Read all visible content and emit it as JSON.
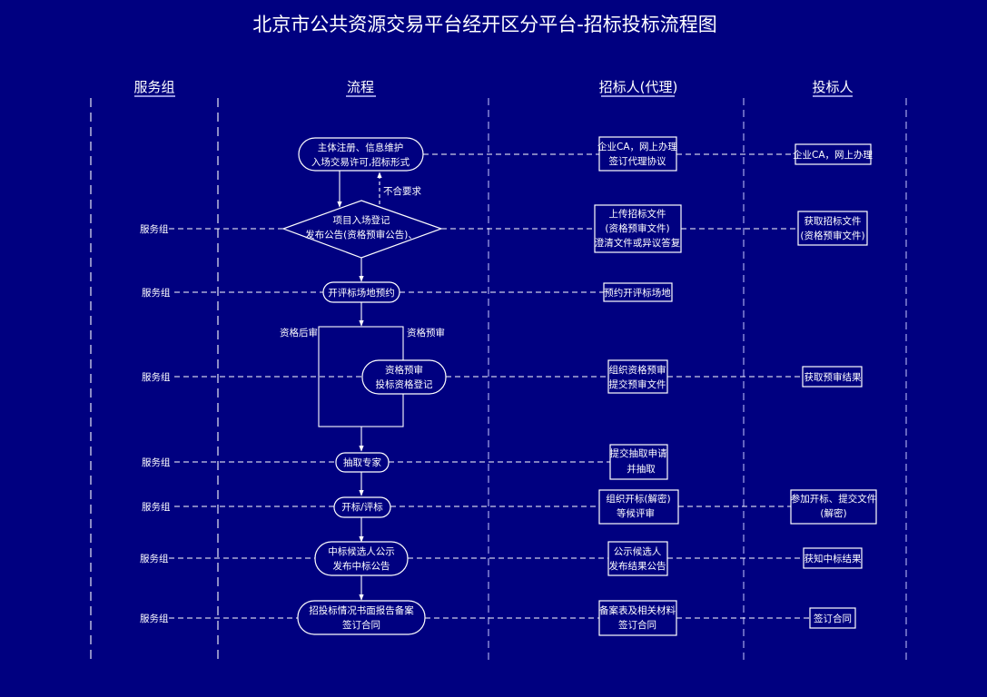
{
  "title": "北京市公共资源交易平台经开区分平台-招标投标流程图",
  "colors": {
    "background": "#000080",
    "line": "#ffffff"
  },
  "lanes": [
    {
      "key": "service",
      "label": "服务组"
    },
    {
      "key": "process",
      "label": "流程"
    },
    {
      "key": "tenderer",
      "label": "招标人(代理)"
    },
    {
      "key": "bidder",
      "label": "投标人"
    }
  ],
  "rows": [
    {
      "service": "",
      "process": {
        "shape": "terminal",
        "lines": [
          "主体注册、信息维护",
          "入场交易许可,招标形式"
        ]
      },
      "tenderer": [
        "企业CA，网上办理",
        "签订代理协议"
      ],
      "bidder": [
        "企业CA，网上办理"
      ]
    },
    {
      "service": "服务组",
      "process": {
        "shape": "decision",
        "lines": [
          "项目入场登记",
          "发布公告(资格预审公告)、"
        ]
      },
      "tenderer": [
        "上传招标文件",
        "(资格预审文件)",
        "澄清文件或异议答复"
      ],
      "bidder": [
        "获取招标文件",
        "(资格预审文件)"
      ]
    },
    {
      "service": "服务组",
      "process": {
        "shape": "terminal",
        "lines": [
          "开评标场地预约"
        ]
      },
      "tenderer": [
        "预约开评标场地"
      ],
      "bidder": []
    },
    {
      "service": "服务组",
      "process": {
        "shape": "terminal",
        "lines": [
          "资格预审",
          "投标资格登记"
        ]
      },
      "tenderer": [
        "组织资格预审",
        "提交预审文件"
      ],
      "bidder": [
        "获取预审结果"
      ]
    },
    {
      "service": "服务组",
      "process": {
        "shape": "terminal",
        "lines": [
          "抽取专家"
        ]
      },
      "tenderer": [
        "提交抽取申请",
        "并抽取"
      ],
      "bidder": []
    },
    {
      "service": "服务组",
      "process": {
        "shape": "terminal",
        "lines": [
          "开标/评标"
        ]
      },
      "tenderer": [
        "组织开标(解密)",
        "等候评审"
      ],
      "bidder": [
        "参加开标、提交文件",
        "(解密)"
      ]
    },
    {
      "service": "服务组",
      "process": {
        "shape": "terminal",
        "lines": [
          "中标候选人公示",
          "发布中标公告"
        ]
      },
      "tenderer": [
        "公示候选人",
        "发布结果公告"
      ],
      "bidder": [
        "获知中标结果"
      ]
    },
    {
      "service": "服务组",
      "process": {
        "shape": "terminal",
        "lines": [
          "招投标情况书面报告备案",
          "签订合同"
        ]
      },
      "tenderer": [
        "备案表及相关材料",
        "签订合同"
      ],
      "bidder": [
        "签订合同"
      ]
    }
  ],
  "annotations": {
    "reject": "不合要求",
    "post_review": "资格后审",
    "pre_review": "资格预审"
  }
}
